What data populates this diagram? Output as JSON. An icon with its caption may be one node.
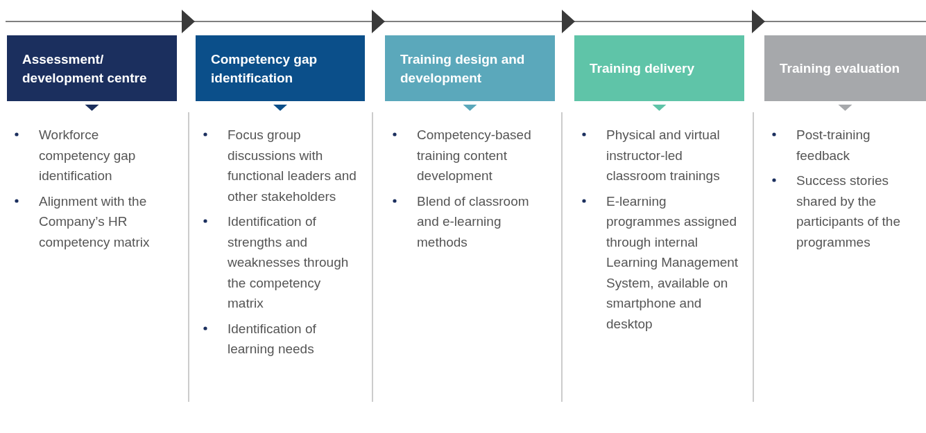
{
  "diagram": {
    "nodes": [
      {
        "text": [
          "Assessment/ development centre"
        ],
        "beside": [
          "Workforce competency gap identification",
          "Alignment with the Company’s HR competency matrix"
        ]
      },
      {
        "text": [
          "Competency gap identification"
        ],
        "beside": [
          "Focus group discussions with functional leaders and other stakeholders",
          "Identification of strengths and weaknesses through the competency matrix",
          "Identification of learning needs"
        ]
      },
      {
        "text": [
          "Training design and development"
        ],
        "beside": [
          "Competency-based training content development",
          "Blend of classroom and e-learning methods"
        ]
      },
      {
        "text": [
          "Training delivery"
        ],
        "beside": [
          "Physical and virtual instructor-led classroom trainings",
          "E-learning programmes assigned through internal Learning Management System, available on smartphone and desktop"
        ]
      },
      {
        "text": [
          "Training evaluation"
        ],
        "beside": [
          "Post-training feedback",
          "Success stories shared by the participants of the programmes"
        ]
      }
    ]
  }
}
